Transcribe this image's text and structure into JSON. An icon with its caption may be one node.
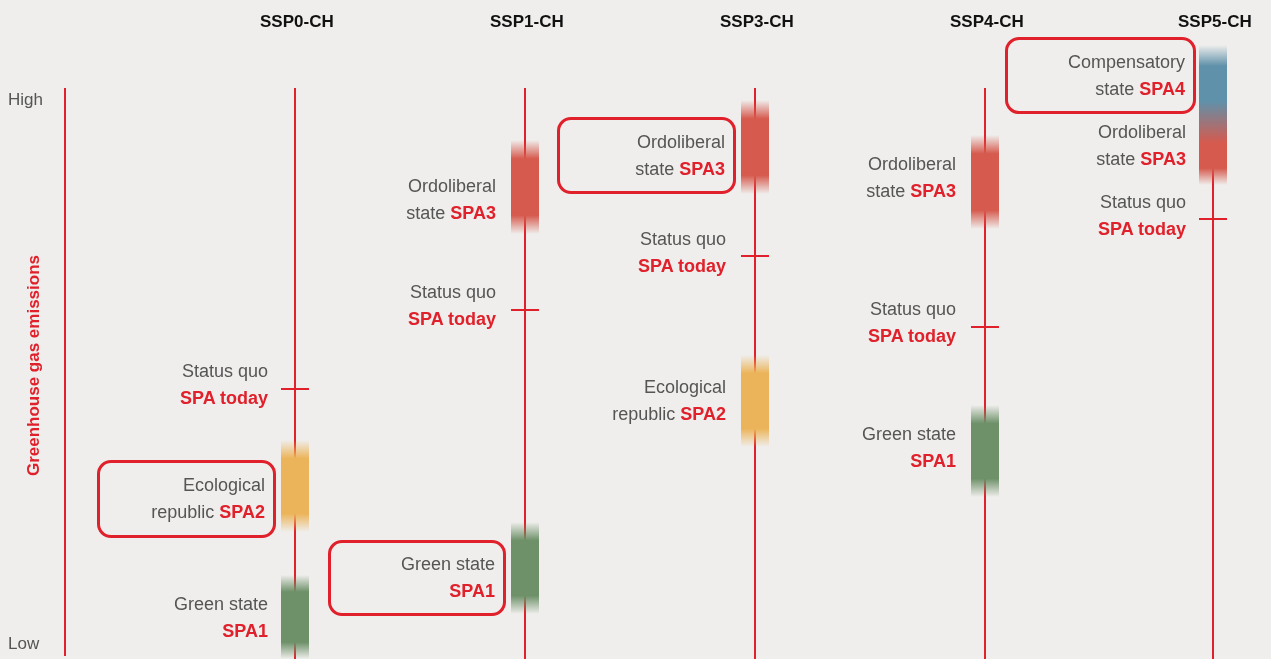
{
  "diagram": {
    "nodes": [
      {
        "text": [
          "Ecological republic **SPA2**"
        ]
      },
      {
        "text": [
          "Green state **SPA1**"
        ]
      },
      {
        "text": [
          "Ordoliberal state **SPA3**"
        ]
      },
      {
        "text": [
          "Compensatory state **SPA4**"
        ]
      }
    ],
    "labels": [
      "SSP0-CH",
      "SSP1-CH",
      "SSP3-CH",
      "SSP4-CH",
      "SSP5-CH",
      "High",
      "Low",
      "Greenhouse gas emissions",
      "Status quo **SPA today**",
      "Green state **SPA1**",
      "Ordoliberal state **SPA3**",
      "Status quo **SPA today**",
      "Status quo **SPA today**",
      "Ecological republic **SPA2**",
      "Ordoliberal state **SPA3**",
      "Status quo **SPA today**",
      "Green state **SPA1**",
      "Ordoliberal state **SPA3**",
      "Status quo **SPA today**"
    ]
  }
}
